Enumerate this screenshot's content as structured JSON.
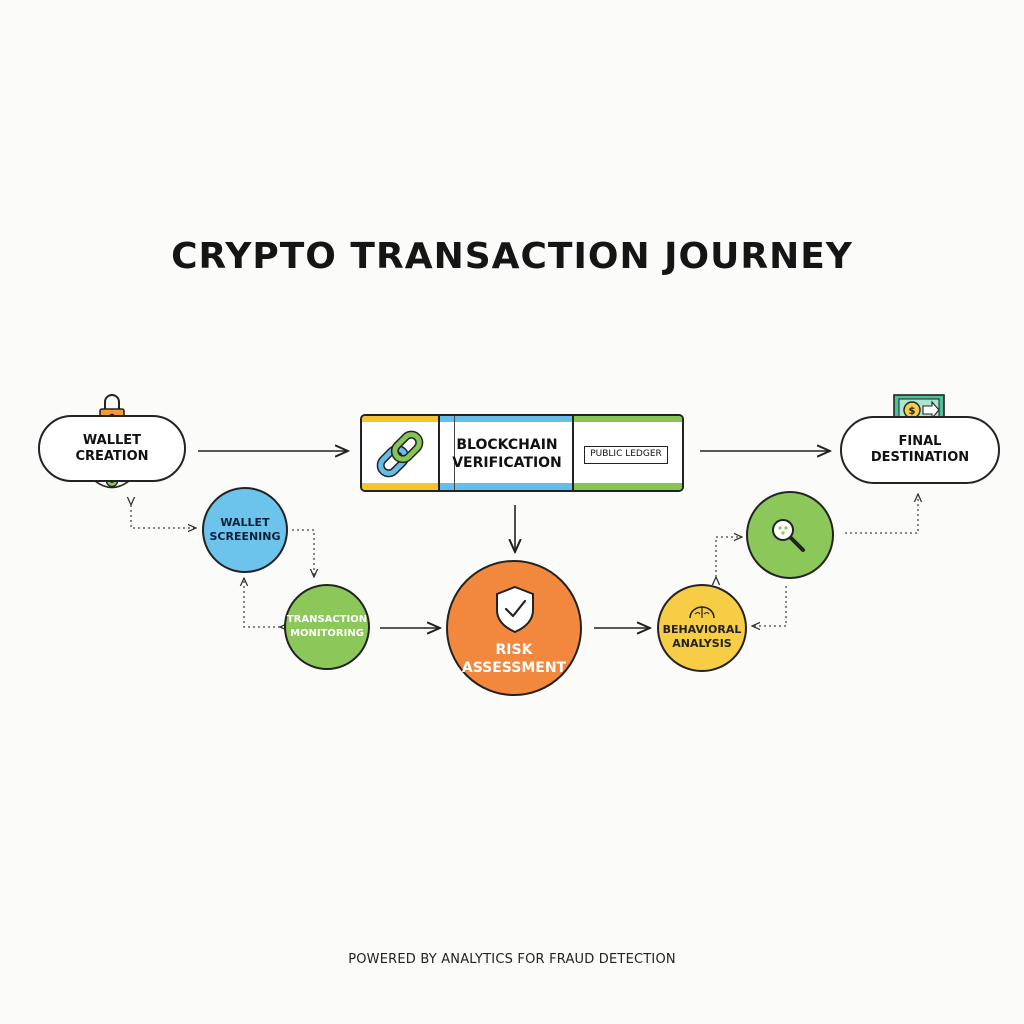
{
  "title": "CRYPTO TRANSACTION JOURNEY",
  "nodes": {
    "wallet_creation": {
      "line1": "WALLET",
      "line2": "CREATION"
    },
    "blockchain": {
      "line1": "BLOCKCHAIN",
      "line2": "VERIFICATION",
      "tag": "PUBLIC LEDGER"
    },
    "final_destination": {
      "line1": "FINAL",
      "line2": "DESTINATION"
    },
    "wallet_screening": {
      "line1": "WALLET",
      "line2": "SCREENING"
    },
    "transaction_monitoring": {
      "line1": "TRANSACTION",
      "line2": "MONITORING"
    },
    "risk_assessment": {
      "line1": "RISK",
      "line2": "ASSESSMENT"
    },
    "behavioral_analysis": {
      "line1": "BEHAVIORAL",
      "line2": "ANALYSIS"
    }
  },
  "footer": "POWERED BY ANALYTICS FOR FRAUD DETECTION",
  "colors": {
    "blue": "#6cc3ec",
    "green": "#8bc859",
    "orange": "#f2883d",
    "yellow": "#f7cd45",
    "band_yellow": "#f4c431",
    "band_blue": "#66bdea",
    "band_green": "#86c454",
    "lock": "#f29a38",
    "money": "#4fbf9a"
  },
  "icons": [
    "lock-icon",
    "eye-icon",
    "chain-link-icon",
    "money-transfer-icon",
    "shield-check-icon",
    "brain-icon",
    "magnifier-icon"
  ]
}
